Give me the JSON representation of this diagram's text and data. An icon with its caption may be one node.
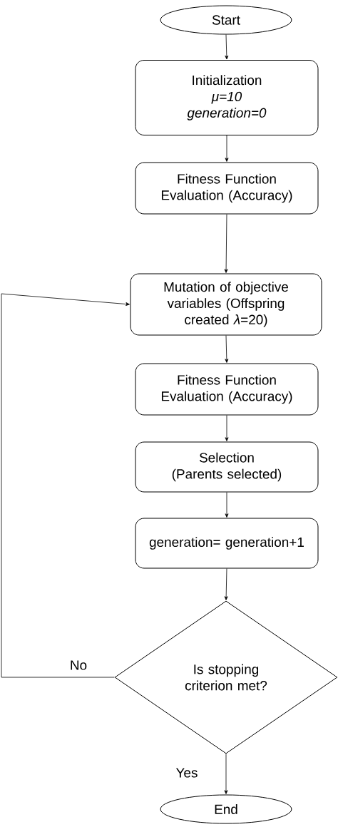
{
  "diagram": {
    "nodes": [
      {
        "text": [
          "Start"
        ]
      },
      {
        "text": [
          "Initialization",
          "μ=10",
          "generation=0"
        ]
      },
      {
        "text": [
          "Fitness Function Evaluation (Accuracy)"
        ]
      },
      {
        "text": [
          "Mutation of objective variables (Offspring created *λ*=20)"
        ]
      },
      {
        "text": [
          "Fitness Function Evaluation (Accuracy)"
        ]
      },
      {
        "text": [
          "Selection (Parents selected)"
        ]
      },
      {
        "text": [
          "generation= generation+1"
        ]
      },
      {
        "text": [
          "Is stopping criterion met?"
        ]
      },
      {
        "text": [
          "End"
        ]
      }
    ],
    "edges": [
      {
        "from": 0,
        "to": 1,
        "arrow": "to"
      },
      {
        "from": 1,
        "to": 2,
        "arrow": "to"
      },
      {
        "from": 2,
        "to": 3,
        "arrow": "to"
      },
      {
        "from": 3,
        "to": 4,
        "arrow": "to"
      },
      {
        "from": 4,
        "to": 5,
        "arrow": "to"
      },
      {
        "from": 5,
        "to": 6,
        "arrow": "to"
      },
      {
        "from": 6,
        "to": 7,
        "arrow": "to"
      },
      {
        "from": 7,
        "to": 3,
        "arrow": "to",
        "label": "No"
      },
      {
        "from": 7,
        "to": 8,
        "arrow": "to",
        "label": "Yes"
      }
    ]
  }
}
